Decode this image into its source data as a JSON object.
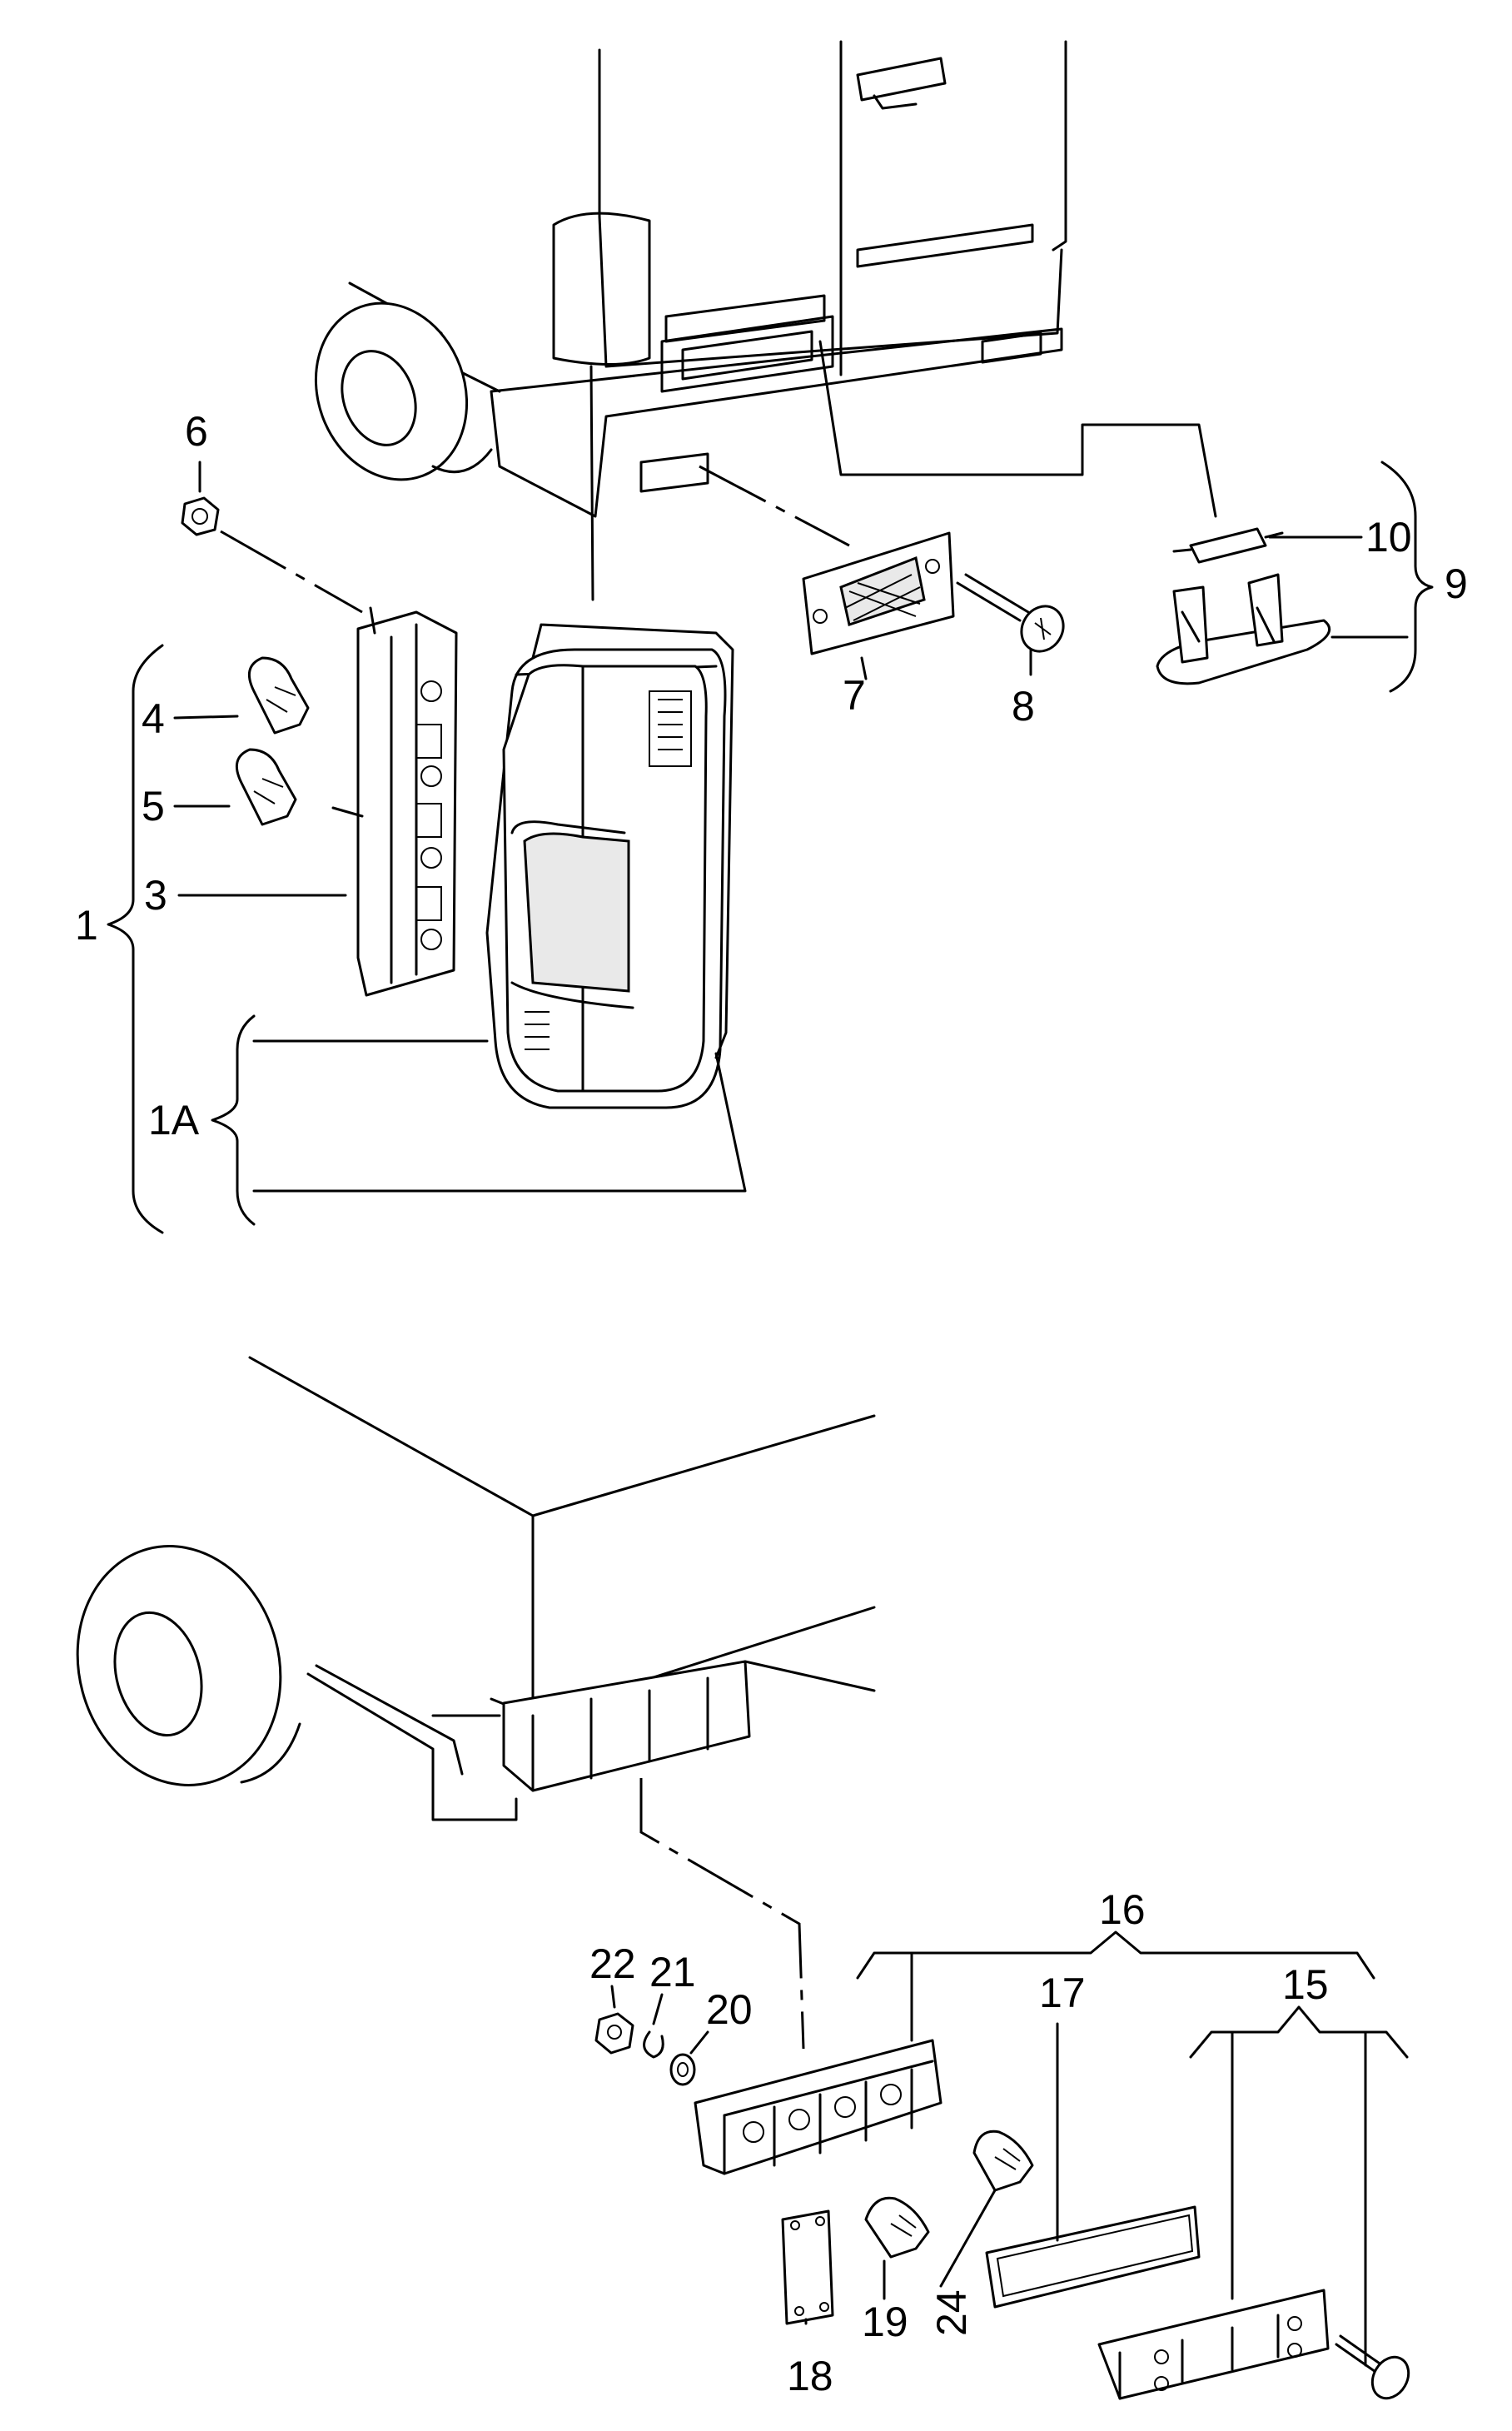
{
  "callouts": {
    "c1": "1",
    "c1a": "1A",
    "c3": "3",
    "c4": "4",
    "c5": "5",
    "c6": "6",
    "c7": "7",
    "c8": "8",
    "c9": "9",
    "c10": "10",
    "c15": "15",
    "c16": "16",
    "c17": "17",
    "c18": "18",
    "c19": "19",
    "c20": "20",
    "c21": "21",
    "c22": "22",
    "c24": "24"
  }
}
